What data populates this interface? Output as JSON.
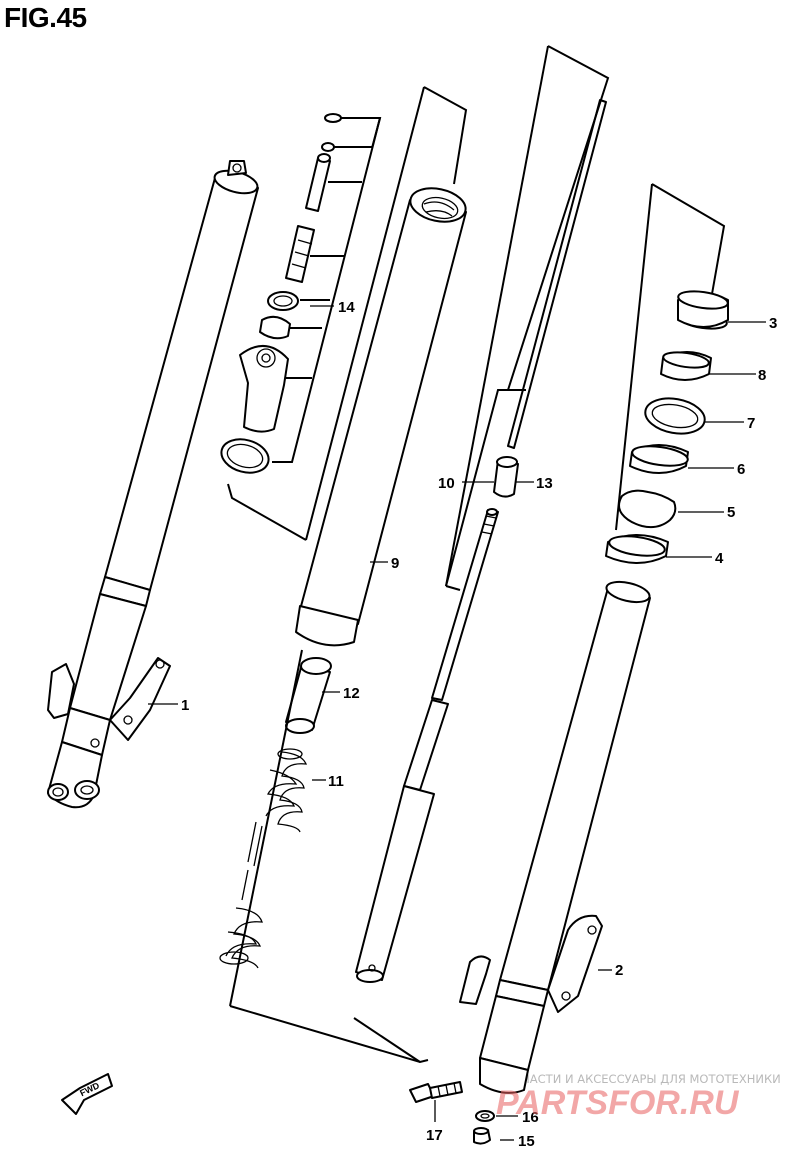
{
  "figure": {
    "title": "FIG.45"
  },
  "fwd_label": "FWD",
  "callouts": [
    {
      "id": "1",
      "label": "1"
    },
    {
      "id": "2",
      "label": "2"
    },
    {
      "id": "3",
      "label": "3"
    },
    {
      "id": "4",
      "label": "4"
    },
    {
      "id": "5",
      "label": "5"
    },
    {
      "id": "6",
      "label": "6"
    },
    {
      "id": "7",
      "label": "7"
    },
    {
      "id": "8",
      "label": "8"
    },
    {
      "id": "9",
      "label": "9"
    },
    {
      "id": "10",
      "label": "10"
    },
    {
      "id": "11",
      "label": "11"
    },
    {
      "id": "12",
      "label": "12"
    },
    {
      "id": "13",
      "label": "13"
    },
    {
      "id": "14",
      "label": "14"
    },
    {
      "id": "15",
      "label": "15"
    },
    {
      "id": "16",
      "label": "16"
    },
    {
      "id": "17",
      "label": "17"
    }
  ],
  "watermark": {
    "tagline": "ЗАПЧАСТИ И АКСЕССУАРЫ ДЛЯ МОТОТЕХНИКИ",
    "brand": "PARTSFOR.RU",
    "brand_color": "#e86060"
  }
}
